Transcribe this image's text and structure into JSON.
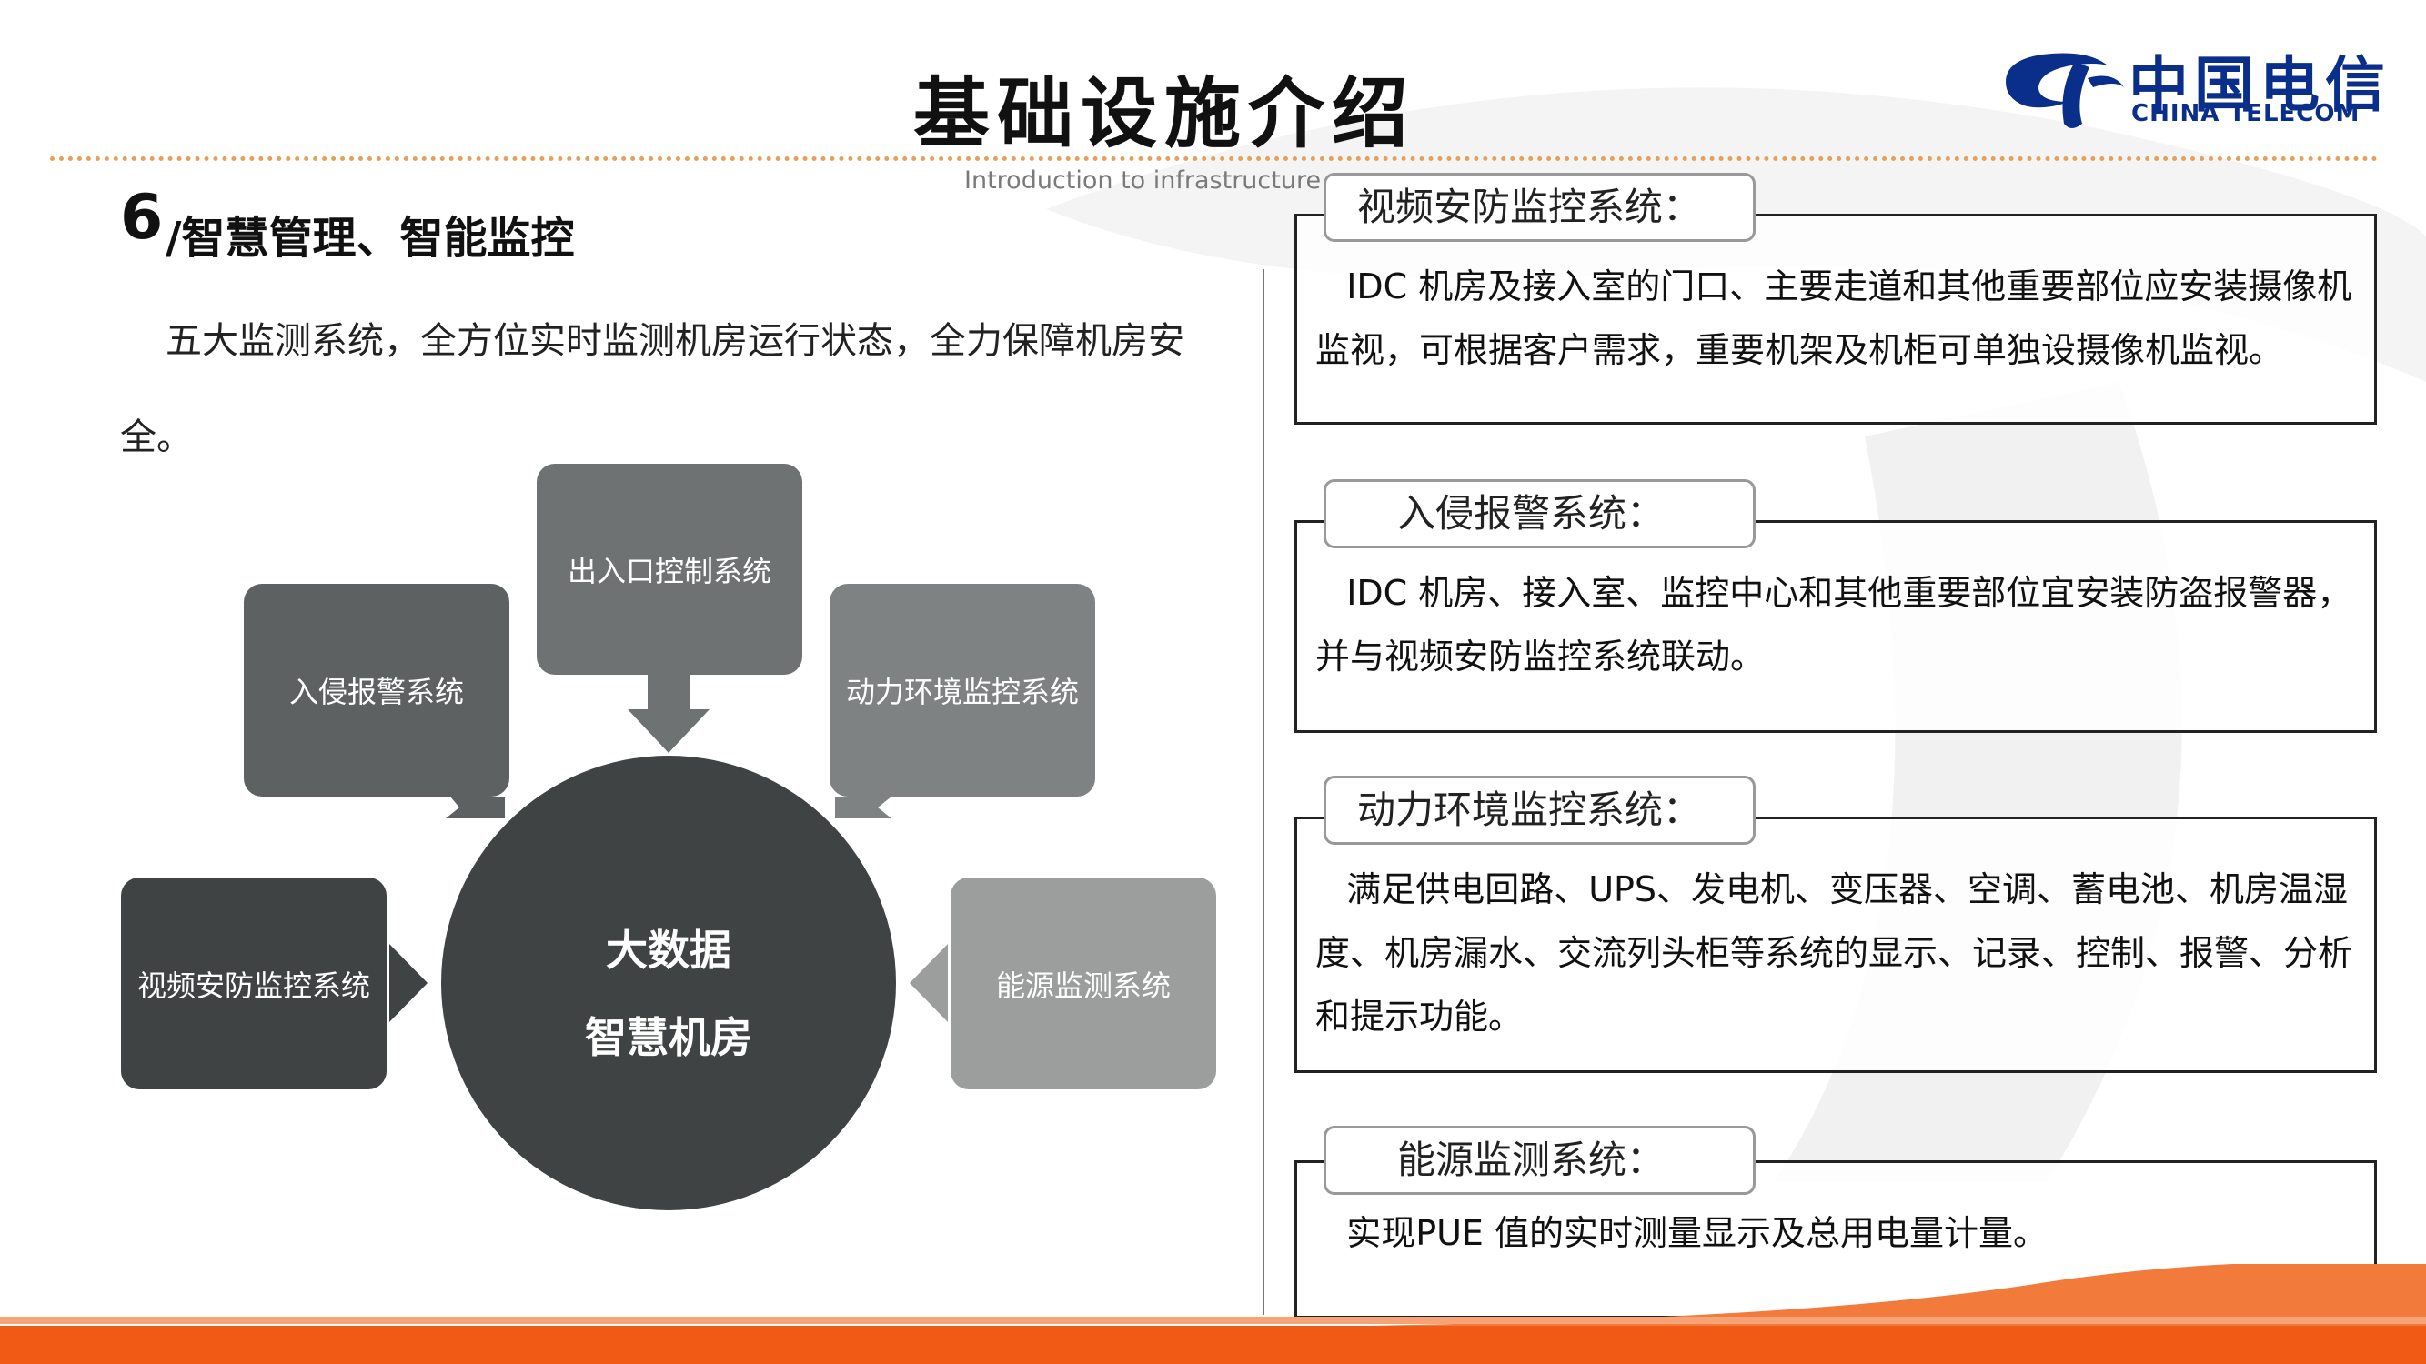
{
  "colors": {
    "accent_orange": "#f05a14",
    "brand_blue": "#0a2f8a",
    "dark_gray": "#3f4343"
  },
  "header": {
    "title": "基础设施介绍",
    "subtitle": "Introduction to infrastructure"
  },
  "logo": {
    "name": "中国电信",
    "english": "CHINA TELECOM",
    "icon": "china-telecom-logo"
  },
  "section": {
    "number": "6",
    "title": "/智慧管理、智能监控",
    "intro": "五大监测系统，全方位实时监测机房运行状态，全力保障机房安全。"
  },
  "diagram": {
    "hub": {
      "line1": "大数据",
      "line2": "智慧机房"
    },
    "nodes": {
      "top": "出入口控制系统",
      "upper_left": "入侵报警系统",
      "upper_right": "动力环境监控系统",
      "left": "视频安防监控系统",
      "right": "能源监测系统"
    }
  },
  "info_boxes": [
    {
      "title": "视频安防监控系统：",
      "text": "IDC 机房及接入室的门口、主要走道和其他重要部位应安装摄像机监视，可根据客户需求，重要机架及机柜可单独设摄像机监视。"
    },
    {
      "title": "入侵报警系统：",
      "text": "IDC 机房、接入室、监控中心和其他重要部位宜安装防盗报警器，并与视频安防监控系统联动。"
    },
    {
      "title": "动力环境监控系统：",
      "text": "满足供电回路、UPS、发电机、变压器、空调、蓄电池、机房温湿度、机房漏水、交流列头柜等系统的显示、记录、控制、报警、分析和提示功能。"
    },
    {
      "title": "能源监测系统：",
      "text": "实现PUE 值的实时测量显示及总用电量计量。"
    }
  ]
}
